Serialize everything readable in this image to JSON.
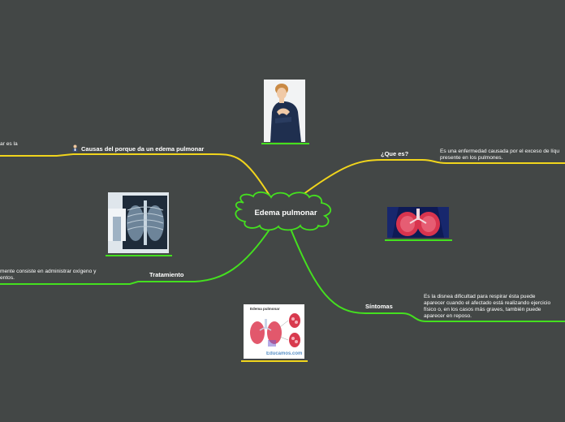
{
  "central": {
    "title": "Edema pulmonar"
  },
  "branches": {
    "causas": {
      "label": "Causas del porque da un edema pulmonar",
      "note": "ar es la",
      "icon": "person-icon"
    },
    "que_es": {
      "label": "¿Que es?",
      "note_line1": "Es una enfermedad causada por el exceso de líqu",
      "note_line2": "presente en los pulmones."
    },
    "tratamiento": {
      "label": "Tratamiento",
      "note_line1": "mente consiste en administrar oxígeno y",
      "note_line2": "entos."
    },
    "sintomas": {
      "label": "Síntomas",
      "note_line1": "Es la disnea dificultad para respirar ésta puede",
      "note_line2": "aparecer cuando el afectado está realizando ejercicio",
      "note_line3": "físico o, en los casos más graves, también puede",
      "note_line4": "aparecer en reposo."
    }
  },
  "images": {
    "woman": {
      "icon": "woman-chest-pain-image"
    },
    "xray": {
      "icon": "chest-xray-image"
    },
    "lungs": {
      "icon": "lungs-image"
    },
    "diagram": {
      "title": "Edema pulmonar",
      "watermark": "Educamos.com"
    }
  },
  "colors": {
    "background": "#434746",
    "yellow_branch": "#f1d51c",
    "green_branch": "#44e01f",
    "white": "#ffffff"
  }
}
